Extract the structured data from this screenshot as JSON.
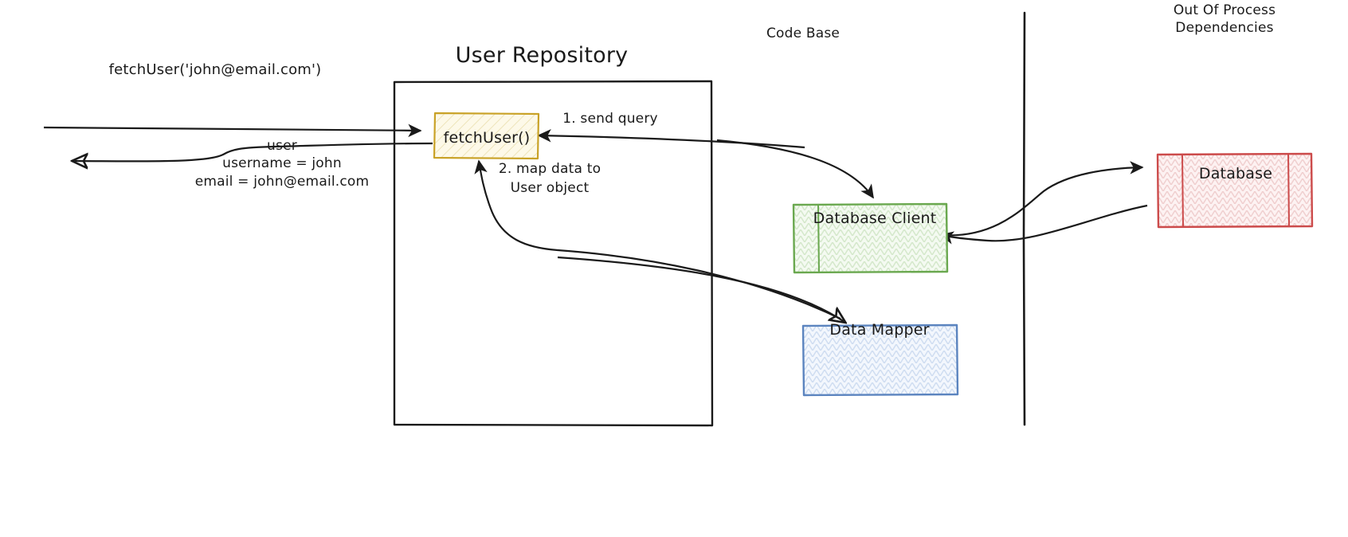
{
  "diagram": {
    "title": "User Repository",
    "headers": {
      "code_base": "Code Base",
      "out_of_process_line1": "Out Of Process",
      "out_of_process_line2": "Dependencies"
    },
    "entry_call": "fetchUser('john@email.com')",
    "return_value": {
      "line1": "user",
      "line2": "username = john",
      "line3": "email = john@email.com"
    },
    "nodes": [
      {
        "id": "fetch-user",
        "label": "fetchUser()",
        "kind": "method",
        "border": "#c9a227",
        "fill": "#fdf8e3"
      },
      {
        "id": "database-client",
        "label": "Database Client",
        "kind": "component",
        "border": "#6aa84f",
        "fill": "#f1f8ed"
      },
      {
        "id": "data-mapper",
        "label": "Data Mapper",
        "kind": "component",
        "border": "#5b84bf",
        "fill": "#eef3fb"
      },
      {
        "id": "database",
        "label": "Database",
        "kind": "datastore",
        "border": "#cc4b4b",
        "fill": "#fdeeee"
      }
    ],
    "steps": [
      {
        "number": "1.",
        "label": "1. send query"
      },
      {
        "number": "2.",
        "label_line1": "2. map data to",
        "label_line2": "User object"
      }
    ],
    "colors": {
      "stroke": "#1a1a1a",
      "yellow": "#c9a227",
      "green": "#6aa84f",
      "blue": "#5b84bf",
      "red": "#cc4b4b",
      "background": "#ffffff"
    }
  }
}
